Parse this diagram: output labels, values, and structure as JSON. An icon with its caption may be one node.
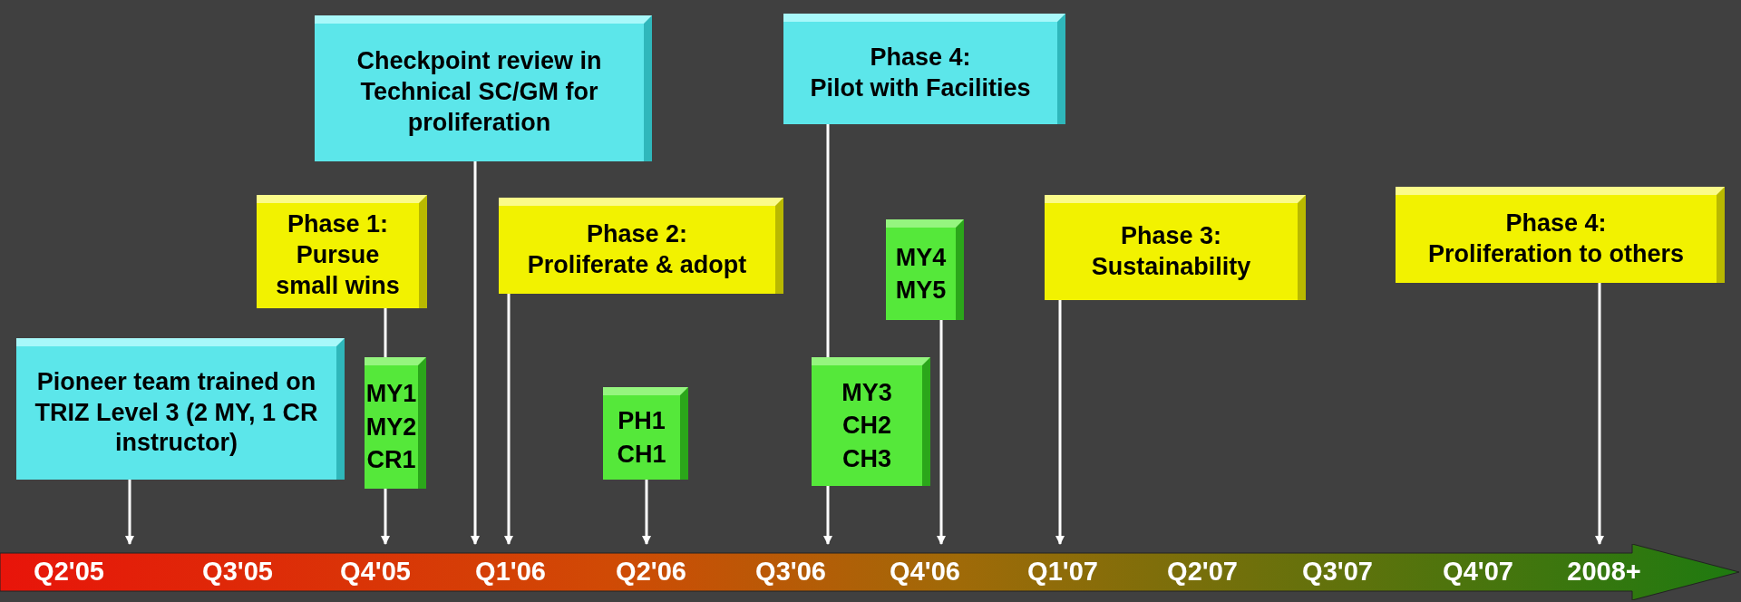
{
  "diagram": {
    "nodes": [
      {
        "text": [
          "Checkpoint review in Technical SC/GM for proliferation"
        ]
      },
      {
        "text": [
          "Phase 4:",
          "Pilot with Facilities"
        ]
      },
      {
        "text": [
          "Phase 1:",
          "Pursue small wins"
        ]
      },
      {
        "text": [
          "Phase 2:",
          "Proliferate & adopt"
        ]
      },
      {
        "text": [
          "MY4 MY5"
        ]
      },
      {
        "text": [
          "Phase 3:",
          "Sustainability"
        ]
      },
      {
        "text": [
          "Phase 4:",
          "Proliferation to others"
        ]
      },
      {
        "text": [
          "Pioneer team trained on TRIZ Level 3 (2 MY, 1 CR instructor)"
        ]
      },
      {
        "text": [
          "MY1 MY2 CR1"
        ]
      },
      {
        "text": [
          "PH1 CH1"
        ]
      },
      {
        "text": [
          "MY3 CH2 CH3"
        ]
      },
      {
        "text": [
          "Q2'05",
          "Q3'05",
          "Q4'05",
          "Q1'06",
          "Q2'06",
          "Q3'06",
          "Q4'06",
          "Q1'07",
          "Q2'07",
          "Q3'07",
          "Q4'07",
          "2008+"
        ]
      }
    ],
    "edges": [
      {
        "from": 2,
        "to": 8,
        "arrow": "none"
      },
      {
        "from": 8,
        "to": 11,
        "arrow": "to"
      },
      {
        "from": 0,
        "to": 11,
        "arrow": "to"
      },
      {
        "from": 3,
        "to": 11,
        "arrow": "to"
      },
      {
        "from": 9,
        "to": 11,
        "arrow": "to"
      },
      {
        "from": 1,
        "to": 10,
        "arrow": "none"
      },
      {
        "from": 10,
        "to": 11,
        "arrow": "to"
      },
      {
        "from": 4,
        "to": 11,
        "arrow": "to"
      },
      {
        "from": 5,
        "to": 11,
        "arrow": "to"
      },
      {
        "from": 6,
        "to": 11,
        "arrow": "to"
      },
      {
        "from": 7,
        "to": 11,
        "arrow": "to"
      }
    ]
  }
}
